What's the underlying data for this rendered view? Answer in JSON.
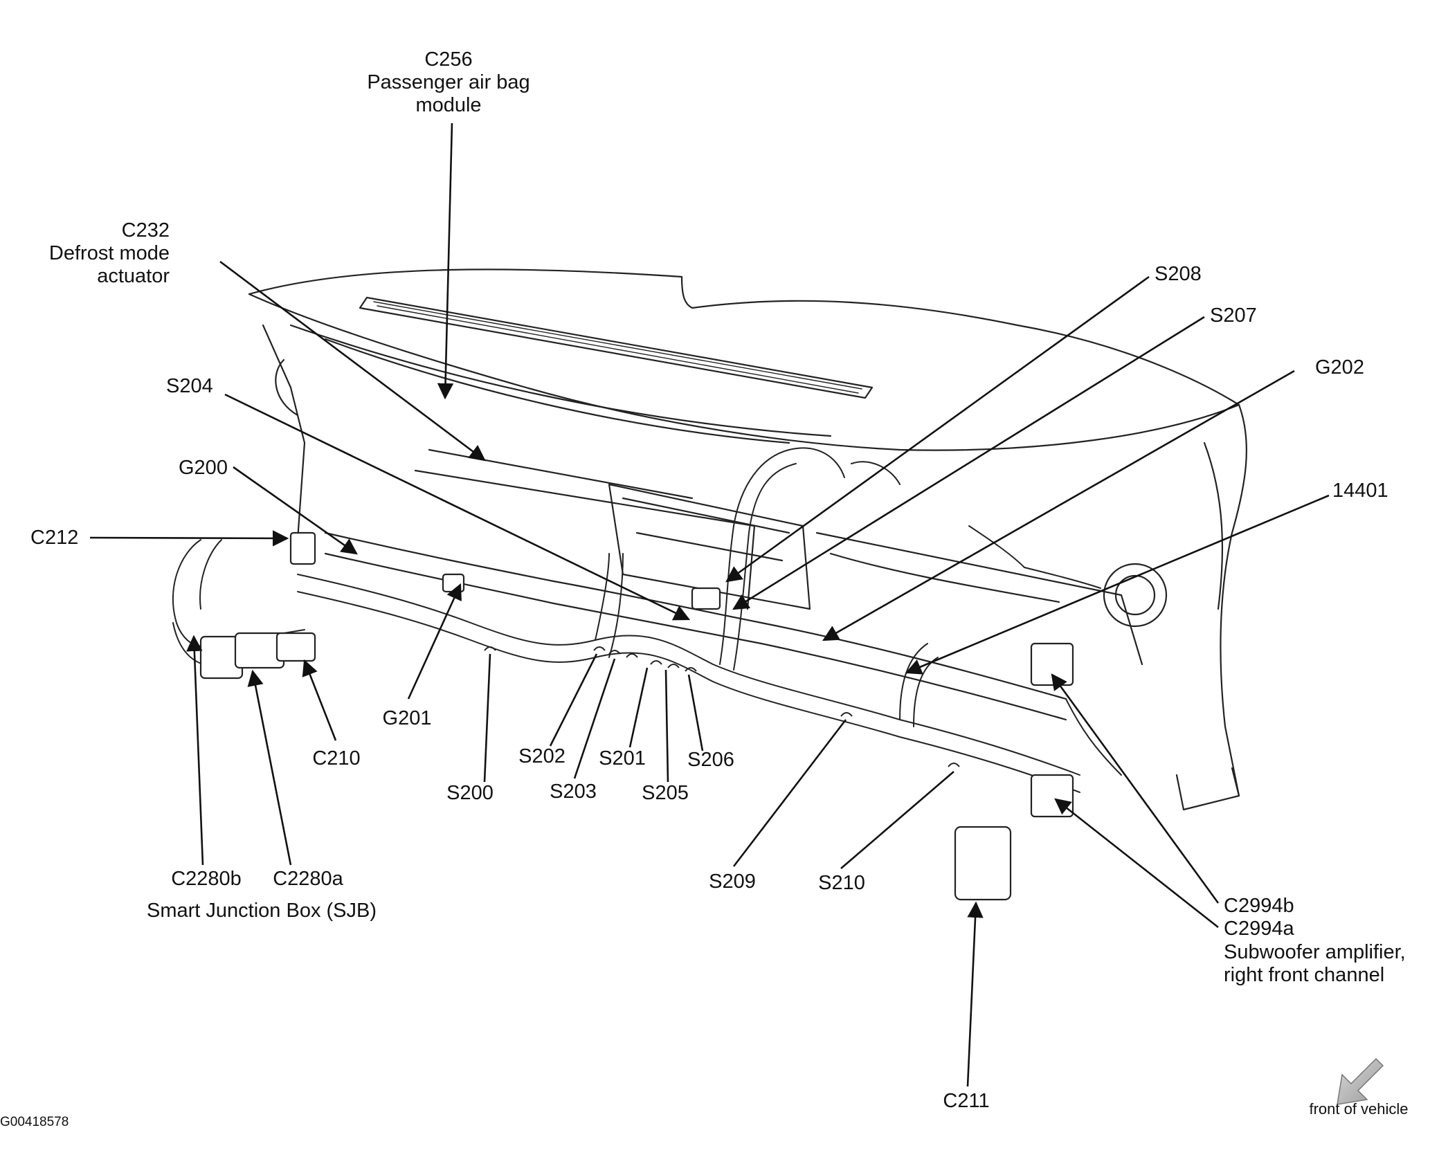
{
  "figure_id": "G00418578",
  "orientation_label": "front of vehicle",
  "callouts": {
    "C256": {
      "code": "C256",
      "desc": [
        "Passenger air bag",
        "module"
      ]
    },
    "C232": {
      "code": "C232",
      "desc": [
        "Defrost mode",
        "actuator"
      ]
    },
    "S208": {
      "code": "S208"
    },
    "S207": {
      "code": "S207"
    },
    "G202": {
      "code": "G202"
    },
    "S204": {
      "code": "S204"
    },
    "G200": {
      "code": "G200"
    },
    "C212": {
      "code": "C212"
    },
    "n14401": {
      "code": "14401"
    },
    "G201": {
      "code": "G201"
    },
    "C210": {
      "code": "C210"
    },
    "S200": {
      "code": "S200"
    },
    "S202": {
      "code": "S202"
    },
    "S203": {
      "code": "S203"
    },
    "S201": {
      "code": "S201"
    },
    "S205": {
      "code": "S205"
    },
    "S206": {
      "code": "S206"
    },
    "S209": {
      "code": "S209"
    },
    "S210": {
      "code": "S210"
    },
    "C2280b": {
      "code": "C2280b"
    },
    "C2280a": {
      "code": "C2280a"
    },
    "SJB": {
      "desc": "Smart Junction Box (SJB)"
    },
    "C2994b": {
      "code": "C2994b"
    },
    "C2994a": {
      "code": "C2994a",
      "desc": [
        "Subwoofer amplifier,",
        "right front channel"
      ]
    },
    "C211": {
      "code": "C211"
    }
  }
}
